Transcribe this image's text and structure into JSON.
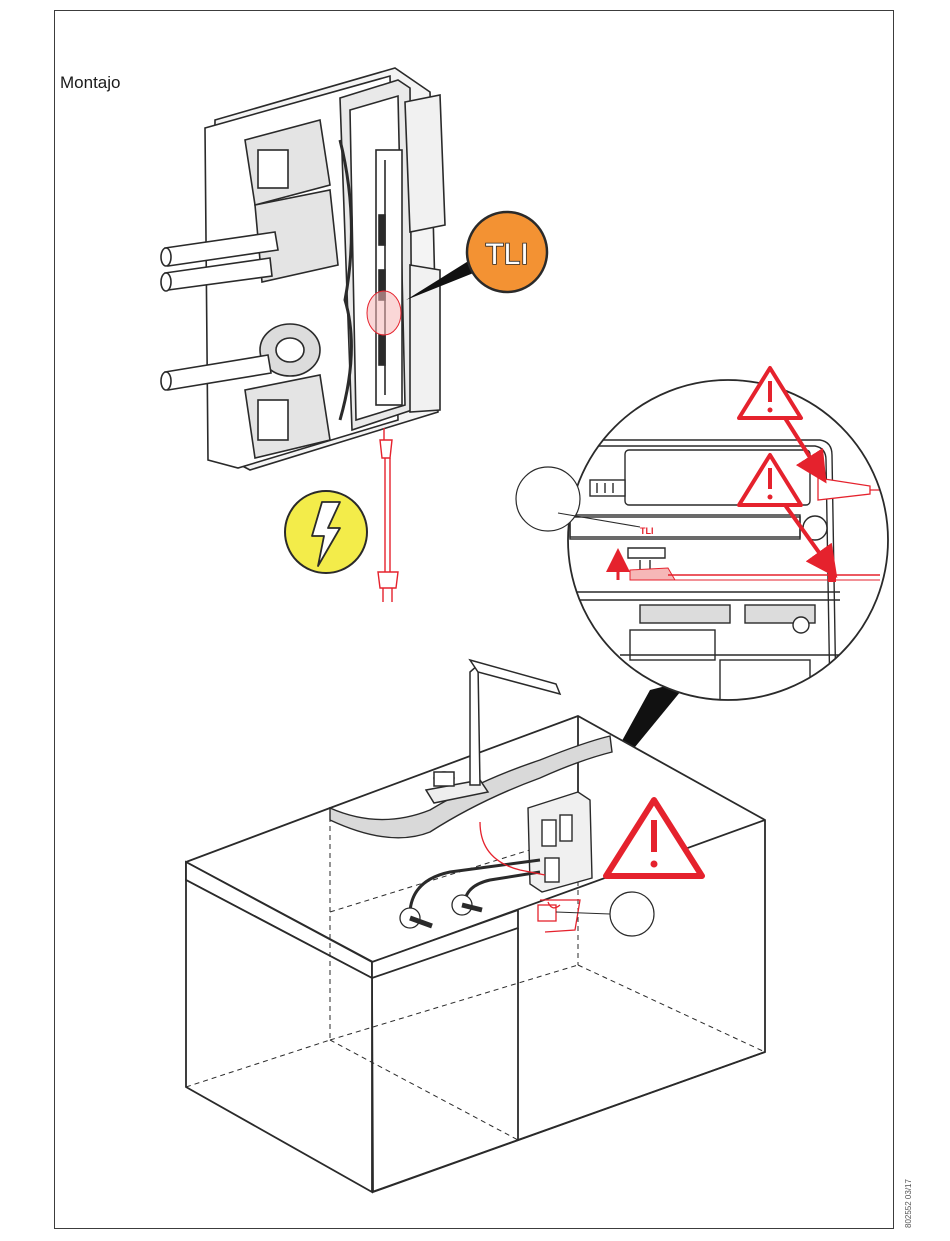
{
  "page": {
    "section_title": "Montajo",
    "document_code": "802552 03/17"
  },
  "callouts": {
    "tli_badge_label": "TLI",
    "detail_connector_label": "TLI"
  },
  "colors": {
    "tli_badge": "#f39233",
    "electric_hazard_badge": "#f3ec4a",
    "warning_red": "#e5222d",
    "line_dark": "#2a2a2a"
  },
  "icons": [
    "lightning-bolt-icon",
    "warning-triangle-icon",
    "tli-badge-icon"
  ]
}
